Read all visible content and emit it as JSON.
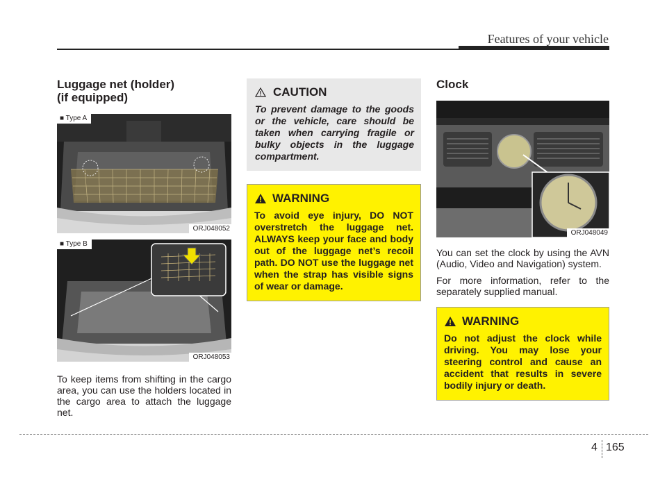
{
  "header": {
    "section_title": "Features of your vehicle"
  },
  "luggage": {
    "heading_line1": "Luggage net (holder)",
    "heading_line2": "(if equipped)",
    "figures": [
      {
        "tag": "■ Type A",
        "code": "ORJ048052"
      },
      {
        "tag": "■ Type B",
        "code": "ORJ048053"
      }
    ],
    "body": "To keep items from shifting in the cargo area, you can use the holders located in the cargo area to attach the luggage net."
  },
  "caution": {
    "title": "CAUTION",
    "body": "To prevent damage to the goods or the vehicle, care should be taken when carrying fragile or bulky objects in the luggage compartment."
  },
  "warning_net": {
    "title": "WARNING",
    "body": "To avoid eye injury, DO NOT overstretch the luggage net. ALWAYS keep your face and body out of the luggage net’s recoil path. DO NOT use the luggage net when the strap has visible signs of wear or damage."
  },
  "clock": {
    "heading": "Clock",
    "figure_code": "ORJ048049",
    "body1": "You can set the clock by using the AVN (Audio, Video and Navigation) system.",
    "body2": "For more information, refer to the separately supplied manual."
  },
  "warning_clock": {
    "title": "WARNING",
    "body": "Do not adjust the clock while driving. You may lose your steering control and cause an accident that results in severe bodily injury or death."
  },
  "footer": {
    "chapter": "4",
    "page": "165"
  }
}
